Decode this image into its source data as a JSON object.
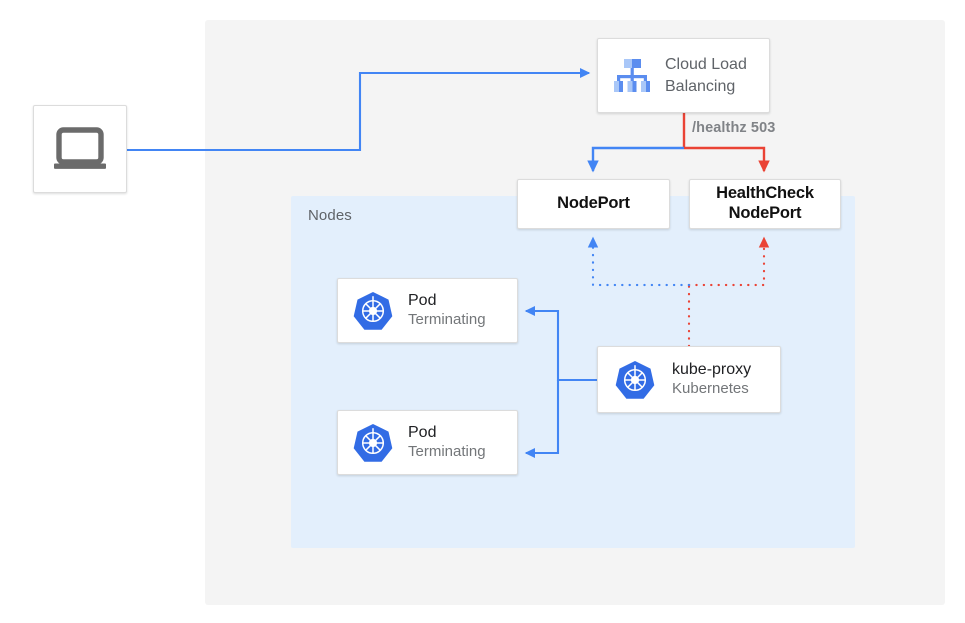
{
  "diagram": {
    "title": "Kubernetes NodePort health check with terminating pods",
    "colors": {
      "blue": "#4285f4",
      "red": "#ea4335",
      "panel_gray": "#f4f4f4",
      "nodes_blue": "#e3effc",
      "k8s_blue": "#326ce5",
      "text_gray": "#5f6368",
      "text_dark": "#202124"
    },
    "groups": {
      "nodes_label": "Nodes"
    },
    "nodes": {
      "client": {
        "icon": "laptop-icon",
        "label": ""
      },
      "cloud_load_balancing": {
        "icon": "cloud-load-balancing-icon",
        "line1": "Cloud Load",
        "line2": "Balancing"
      },
      "nodeport": {
        "label": "NodePort"
      },
      "healthcheck_nodeport": {
        "line1": "HealthCheck",
        "line2": "NodePort"
      },
      "pod_1": {
        "icon": "kubernetes-icon",
        "title": "Pod",
        "subtitle": "Terminating"
      },
      "pod_2": {
        "icon": "kubernetes-icon",
        "title": "Pod",
        "subtitle": "Terminating"
      },
      "kube_proxy": {
        "icon": "kubernetes-icon",
        "title": "kube-proxy",
        "subtitle": "Kubernetes"
      }
    },
    "edges": {
      "healthz_label": "/healthz 503"
    }
  }
}
